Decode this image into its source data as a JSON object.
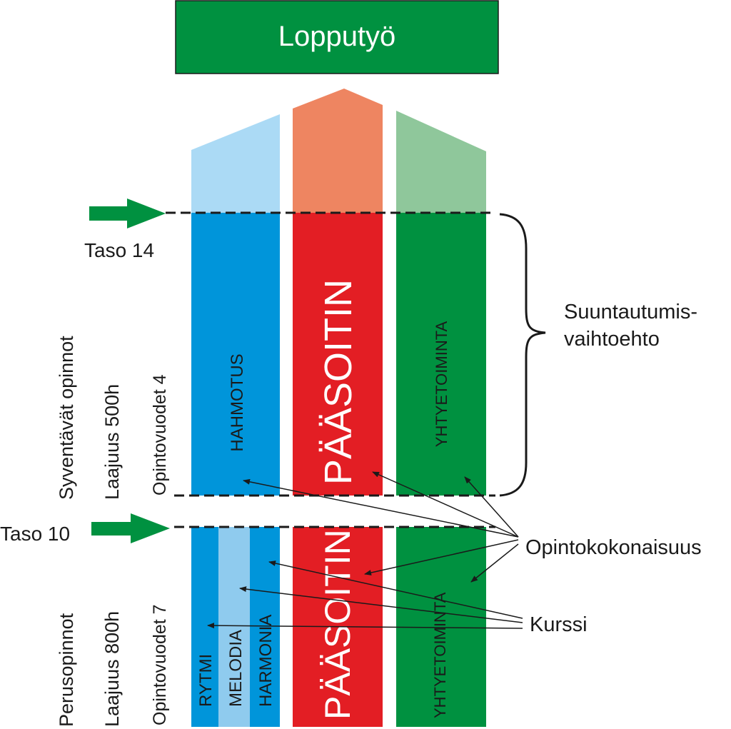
{
  "title": "Lopputyö",
  "levels": {
    "upper": "Taso 14",
    "lower": "Taso 10"
  },
  "advanced": {
    "name": "Syventävät opinnot",
    "scope": "Laajuus 500h",
    "years": "Opintovuodet 4",
    "columns": [
      "HAHMOTUS",
      "PÄÄSOITIN",
      "YHTYETOIMINTA"
    ]
  },
  "basic": {
    "name": "Perusopinnot",
    "scope": "Laajuus 800h",
    "years": "Opintovuodet 7",
    "courses": [
      "RYTMI",
      "MELODIA",
      "HARMONIA"
    ],
    "columns": [
      "PÄÄSOITIN",
      "YHTYETOIMINTA"
    ]
  },
  "labels": {
    "specialization": [
      "Suuntautumis-",
      "vaihtoehto"
    ],
    "study_unit": "Opintokokonaisuus",
    "course": "Kurssi"
  },
  "colors": {
    "green": "#009140",
    "green_light": "#8fc79b",
    "blue": "#0095da",
    "blue_light": "#abdaf5",
    "melody_blue": "#8fcbee",
    "red": "#e31e24",
    "salmon": "#ee8561"
  }
}
